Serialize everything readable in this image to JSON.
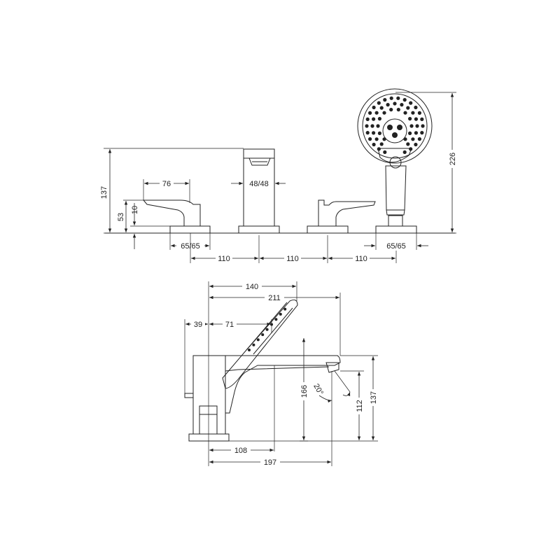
{
  "front_view": {
    "dims": {
      "height_total": "137",
      "height_lever": "53",
      "height_base": "10",
      "lever_width": "76",
      "spout_width": "48/48",
      "rose_base_left": "65/65",
      "rose_base_right": "65/65",
      "spacing_1": "110",
      "spacing_2": "110",
      "spacing_3": "110",
      "shower_height": "226"
    }
  },
  "side_view": {
    "dims": {
      "shower_reach": "140",
      "spout_reach_total": "211",
      "rear_offset": "39",
      "shower_offset": "71",
      "spout_under_height": "166",
      "spout_angle": "20°",
      "outlet_height": "112",
      "total_height": "137",
      "base_to_shower": "108",
      "base_to_outlet": "197"
    }
  },
  "colors": {
    "line": "#222222",
    "background": "#ffffff"
  }
}
